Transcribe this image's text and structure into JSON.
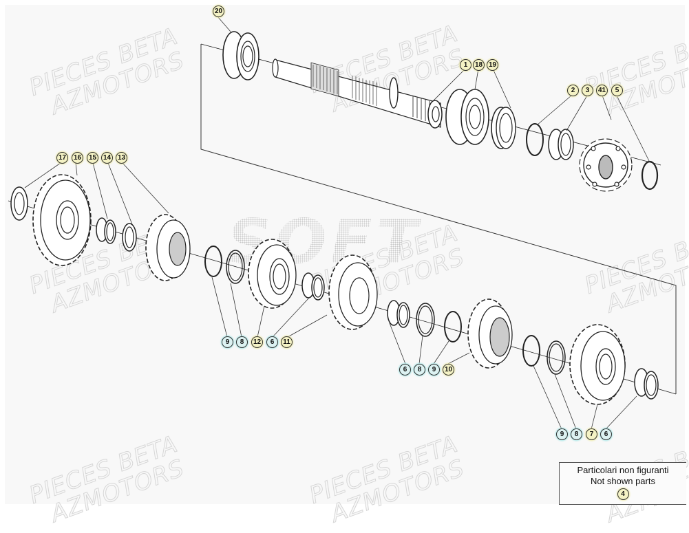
{
  "diagram": {
    "type": "exploded-parts-diagram",
    "subject": "gearbox secondary shaft assembly",
    "background": "#f8f8f8",
    "line_color": "#222222"
  },
  "watermarks": {
    "line1": "PIECES BETA",
    "line2": "AZMOTORS",
    "center_text": "SOFT"
  },
  "callouts": {
    "top": [
      {
        "num": "20",
        "style": "yellow"
      },
      {
        "num": "1",
        "style": "yellow"
      },
      {
        "num": "18",
        "style": "yellow"
      },
      {
        "num": "19",
        "style": "yellow"
      },
      {
        "num": "2",
        "style": "yellow"
      },
      {
        "num": "3",
        "style": "yellow"
      },
      {
        "num": "41",
        "style": "yellow"
      },
      {
        "num": "5",
        "style": "yellow"
      }
    ],
    "left": [
      {
        "num": "17",
        "style": "yellow"
      },
      {
        "num": "16",
        "style": "yellow"
      },
      {
        "num": "15",
        "style": "yellow"
      },
      {
        "num": "14",
        "style": "yellow"
      },
      {
        "num": "13",
        "style": "yellow"
      }
    ],
    "middle": [
      {
        "num": "9",
        "style": "cyan"
      },
      {
        "num": "8",
        "style": "cyan"
      },
      {
        "num": "12",
        "style": "yellow"
      },
      {
        "num": "6",
        "style": "cyan"
      },
      {
        "num": "11",
        "style": "yellow"
      }
    ],
    "center": [
      {
        "num": "6",
        "style": "cyan"
      },
      {
        "num": "8",
        "style": "cyan"
      },
      {
        "num": "9",
        "style": "cyan"
      },
      {
        "num": "10",
        "style": "yellow"
      }
    ],
    "right": [
      {
        "num": "9",
        "style": "cyan"
      },
      {
        "num": "8",
        "style": "cyan"
      },
      {
        "num": "7",
        "style": "yellow"
      },
      {
        "num": "6",
        "style": "cyan"
      }
    ]
  },
  "legend": {
    "line1": "Particolari non figuranti",
    "line2": "Not shown parts",
    "parts": [
      "4"
    ]
  },
  "colors": {
    "callout_yellow": "#f4f2c4",
    "callout_cyan": "#dcf2f2"
  }
}
